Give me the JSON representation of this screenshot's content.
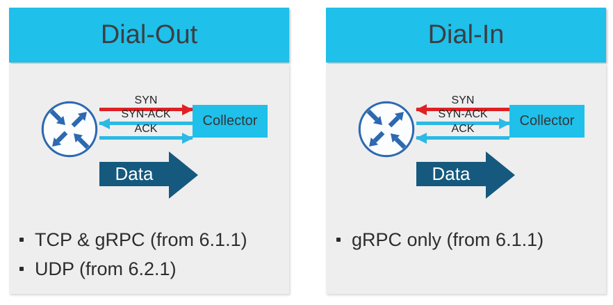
{
  "colors": {
    "cyan": "#1FC0EA",
    "arrow-cyan": "#2BB9E5",
    "red": "#E02024",
    "dark-blue": "#15597E",
    "router-blue": "#2D69B0",
    "panel-bg": "#EEEEEE",
    "title-color": "#3C3E42"
  },
  "panels": [
    {
      "title": "Dial-Out",
      "router_icon": "router-icon",
      "collector_label": "Collector",
      "handshake": [
        {
          "label": "SYN",
          "color": "red",
          "direction": "right"
        },
        {
          "label": "SYN-ACK",
          "color": "cyan",
          "direction": "left"
        },
        {
          "label": "ACK",
          "color": "cyan",
          "direction": "right"
        }
      ],
      "data_arrow_label": "Data",
      "bullets": [
        "TCP & gRPC (from 6.1.1)",
        "UDP (from 6.2.1)"
      ]
    },
    {
      "title": "Dial-In",
      "router_icon": "router-icon",
      "collector_label": "Collector",
      "handshake": [
        {
          "label": "SYN",
          "color": "red",
          "direction": "left"
        },
        {
          "label": "SYN-ACK",
          "color": "cyan",
          "direction": "right"
        },
        {
          "label": "ACK",
          "color": "cyan",
          "direction": "left"
        }
      ],
      "data_arrow_label": "Data",
      "bullets": [
        "gRPC only (from 6.1.1)"
      ]
    }
  ]
}
